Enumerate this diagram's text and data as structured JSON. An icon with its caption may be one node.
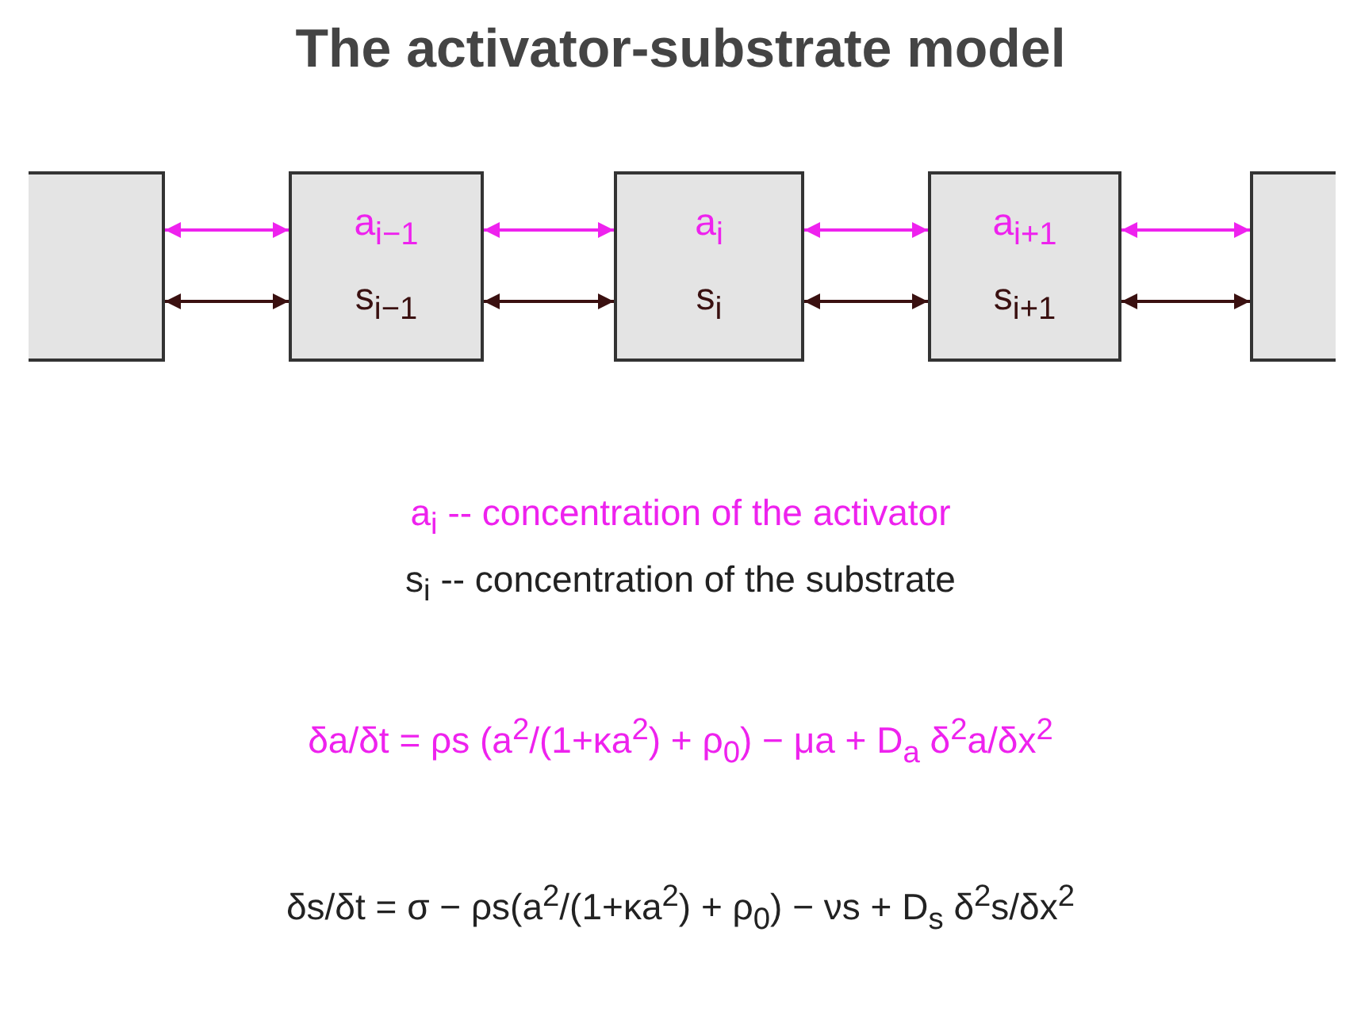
{
  "diagram": {
    "title": "The activator-substrate model",
    "nodes": [
      {
        "text": [],
        "shape": "box"
      },
      {
        "text": [
          "a$_{i−1}$",
          "s$_{i−1}$"
        ]
      },
      {
        "text": [
          "a$_{i}$",
          "s$_{i}$"
        ]
      },
      {
        "text": [
          "a$_{i+1}$",
          "s$_{i+1}$"
        ]
      },
      {
        "text": [],
        "shape": "box"
      }
    ],
    "edges": [
      {
        "from": 0,
        "to": 1,
        "arrow": "both",
        "color": "#ee22ee"
      },
      {
        "from": 0,
        "to": 1,
        "arrow": "both",
        "color": "#3a1010"
      },
      {
        "from": 1,
        "to": 2,
        "arrow": "both",
        "color": "#ee22ee"
      },
      {
        "from": 1,
        "to": 2,
        "arrow": "both",
        "color": "#3a1010"
      },
      {
        "from": 2,
        "to": 3,
        "arrow": "both",
        "color": "#ee22ee"
      },
      {
        "from": 2,
        "to": 3,
        "arrow": "both",
        "color": "#3a1010"
      },
      {
        "from": 3,
        "to": 4,
        "arrow": "both",
        "color": "#ee22ee"
      },
      {
        "from": 3,
        "to": 4,
        "arrow": "both",
        "color": "#3a1010"
      }
    ],
    "labels": [
      "a$_{i}$ -- concentration of the activator",
      "s$_{i}$ -- concentration of the substrate",
      "δa/δt = ρs (a$^{2}$/(1+κa$^{2}$) + ρ$_{0}$) − μa + D$_{a}$ δ$^{2}$a/δx$^{2}$",
      "δs/δt = σ − ρs(a$^{2}$/(1+κa$^{2}$) + ρ$_{0}$) − νs + D$_{s}$ δ$^{2}$s/δx$^{2}$"
    ]
  }
}
